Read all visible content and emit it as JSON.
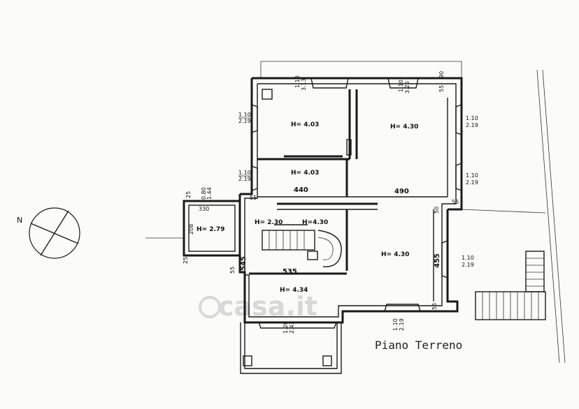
{
  "title": "Piano Terreno",
  "north_label": "N",
  "watermark": "casa.it",
  "rooms": [
    {
      "name": "room-upper-left",
      "height": "H= 4.03"
    },
    {
      "name": "room-upper-right",
      "height": "H= 4.30"
    },
    {
      "name": "room-middle-left",
      "height": "H= 4.03"
    },
    {
      "name": "room-stair-left",
      "height": "H= 2.30"
    },
    {
      "name": "room-stair-center",
      "height": "H=4.30"
    },
    {
      "name": "room-side-annex",
      "height": "H= 2.79"
    },
    {
      "name": "room-lower-right",
      "height": "H= 4.30"
    },
    {
      "name": "room-lower-left",
      "height": "H= 4.34"
    }
  ],
  "dimensions": {
    "width_440": "440",
    "width_490": "490",
    "width_535": "535",
    "height_545": "545",
    "height_455": "455",
    "annex_width": "330",
    "annex_height": "208",
    "annex_top": "25",
    "annex_bottom": "25",
    "wall_55_a": "55",
    "wall_55_b": "55",
    "wall_55_c": "55",
    "wall_55_d": "55",
    "wall_55_e": "55",
    "wall_50": "50",
    "wall_90": "90",
    "annex_window_a": "0.80",
    "annex_window_b": "1.44"
  },
  "windows": [
    {
      "name": "window-top-left",
      "a": "1.10",
      "b": "3.13"
    },
    {
      "name": "window-top-right",
      "a": "1.10",
      "b": "3.25"
    },
    {
      "name": "window-left-upper",
      "a": "1.10",
      "b": "2.19"
    },
    {
      "name": "window-left-middle",
      "a": "1.10",
      "b": "2.19"
    },
    {
      "name": "window-right-upper",
      "a": "1.10",
      "b": "2.19"
    },
    {
      "name": "window-right-middle",
      "a": "1.10",
      "b": "2.19"
    },
    {
      "name": "window-right-lower",
      "a": "1.10",
      "b": "2.19"
    },
    {
      "name": "window-bottom-center",
      "a": "1.10",
      "b": "2.19"
    },
    {
      "name": "window-bottom-entrance",
      "a": "1.20",
      "b": "2.43"
    }
  ]
}
